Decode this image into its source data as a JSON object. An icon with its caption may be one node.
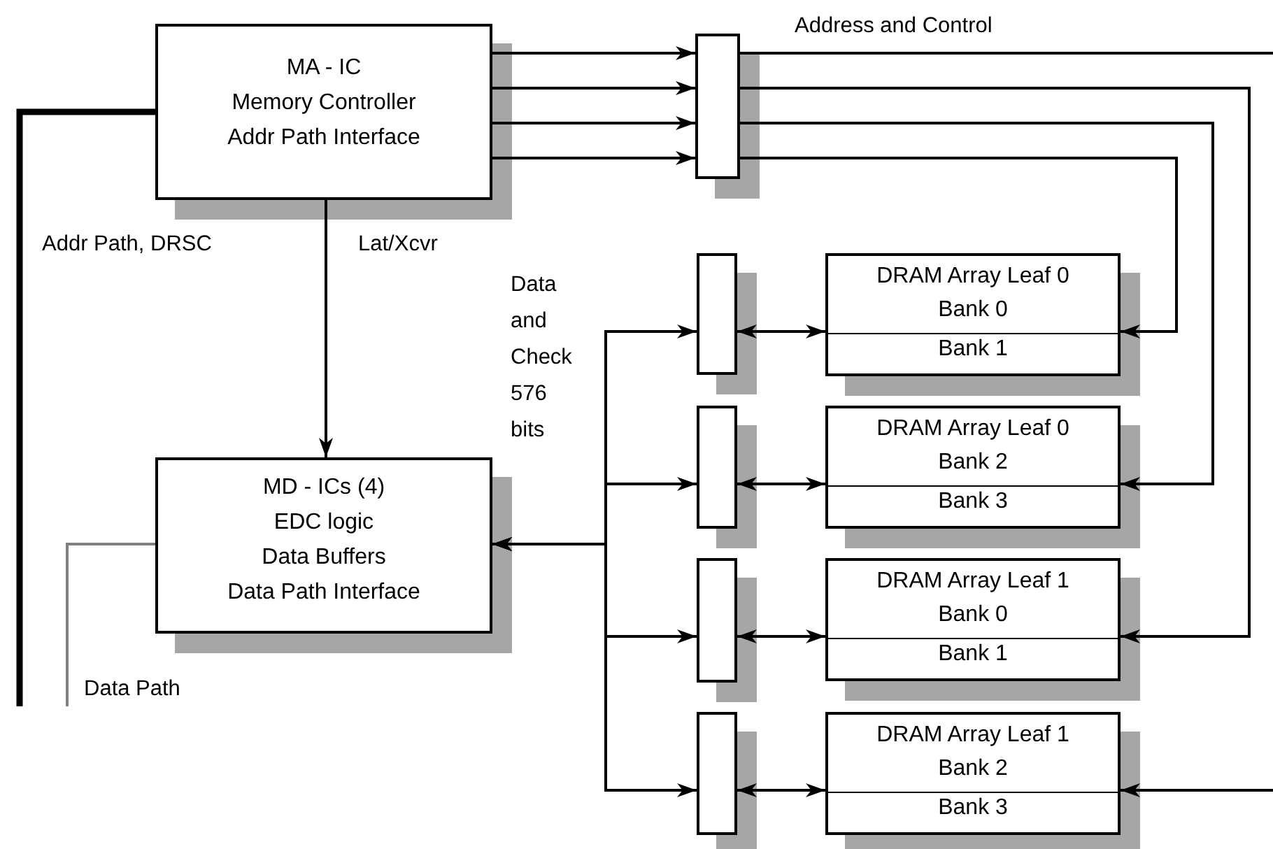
{
  "diagram": {
    "nodes": [
      {
        "text": [
          "MA - IC",
          "Memory Controller",
          "Addr Path Interface"
        ]
      },
      {
        "text": [],
        "shape": "bar"
      },
      {
        "text": [],
        "shape": "bar"
      },
      {
        "text": [
          "DRAM Array Leaf 0",
          "Bank 0",
          "Bank 1"
        ]
      },
      {
        "text": [
          "MD - ICs (4)",
          "EDC logic",
          "Data Buffers",
          "Data Path Interface"
        ]
      },
      {
        "text": [],
        "shape": "bar"
      },
      {
        "text": [
          "DRAM Array Leaf 0",
          "Bank 2",
          "Bank 3"
        ]
      },
      {
        "text": [],
        "shape": "bar"
      },
      {
        "text": [
          "DRAM Array Leaf 1",
          "Bank 0",
          "Bank 1"
        ]
      },
      {
        "text": [],
        "shape": "bar"
      },
      {
        "text": [
          "DRAM Array Leaf 1",
          "Bank 2",
          "Bank 3"
        ]
      }
    ],
    "edges": [
      {
        "from": 0,
        "to": 1,
        "arrow": "to"
      },
      {
        "from": 0,
        "to": 1,
        "arrow": "to"
      },
      {
        "from": 0,
        "to": 1,
        "arrow": "to"
      },
      {
        "from": 0,
        "to": 1,
        "arrow": "to"
      },
      {
        "from": 1,
        "to": null,
        "arrow": "none",
        "label": "Address and Control"
      },
      {
        "from": 1,
        "to": 8,
        "arrow": "to"
      },
      {
        "from": 1,
        "to": 6,
        "arrow": "to"
      },
      {
        "from": 1,
        "to": 3,
        "arrow": "to"
      },
      {
        "from": null,
        "to": 10,
        "arrow": "to"
      },
      {
        "from": 0,
        "to": 4,
        "arrow": "to",
        "label": "Lat/Xcvr"
      },
      {
        "from": 0,
        "to": null,
        "arrow": "none",
        "style": "thick",
        "label": "Addr Path, DRSC"
      },
      {
        "from": 4,
        "to": null,
        "arrow": "none",
        "color": "#808080",
        "label": "Data Path"
      },
      {
        "from": 4,
        "to": 2,
        "arrow": "both",
        "label": "Data and Check 576 bits"
      },
      {
        "from": 4,
        "to": 5,
        "arrow": "both"
      },
      {
        "from": 4,
        "to": 7,
        "arrow": "both"
      },
      {
        "from": 4,
        "to": 9,
        "arrow": "both"
      },
      {
        "from": 2,
        "to": 3,
        "arrow": "both"
      },
      {
        "from": 5,
        "to": 6,
        "arrow": "both"
      },
      {
        "from": 7,
        "to": 8,
        "arrow": "both"
      },
      {
        "from": 9,
        "to": 10,
        "arrow": "both"
      }
    ]
  }
}
